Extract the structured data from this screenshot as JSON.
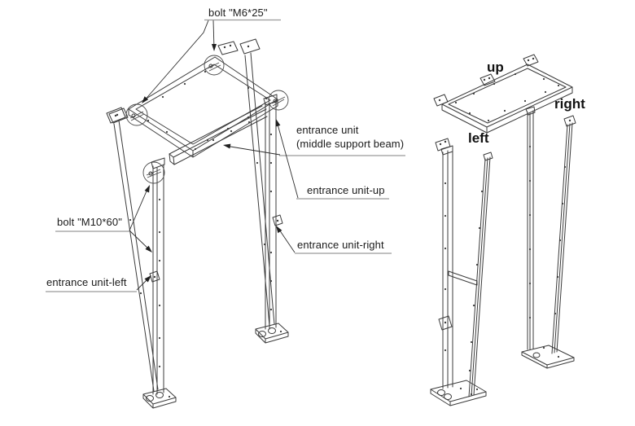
{
  "page": {
    "background": "#ffffff"
  },
  "drawing": {
    "stroke_color": "#3b3b3b",
    "leader_color": "#2e2e2e",
    "underline_color": "#9a9a9a",
    "text_color": "#1a1a1a"
  },
  "assembled_view": {
    "description": "isometric assembled entrance unit with bolt detail circles",
    "callouts": [
      {
        "id": "bolt-m6",
        "text": "bolt \"M6*25\""
      },
      {
        "id": "middle-beam",
        "text_line1": "entrance unit",
        "text_line2": "(middle support beam)"
      },
      {
        "id": "unit-up",
        "text": "entrance unit-up"
      },
      {
        "id": "bolt-m10",
        "text": "bolt \"M10*60\""
      },
      {
        "id": "unit-right",
        "text": "entrance unit-right"
      },
      {
        "id": "unit-left",
        "text": "entrance unit-left"
      }
    ]
  },
  "exploded_view": {
    "description": "exploded parts: top panel, left frame, right frame",
    "labels": [
      {
        "id": "up",
        "text": "up"
      },
      {
        "id": "left",
        "text": "left"
      },
      {
        "id": "right",
        "text": "right"
      }
    ]
  }
}
